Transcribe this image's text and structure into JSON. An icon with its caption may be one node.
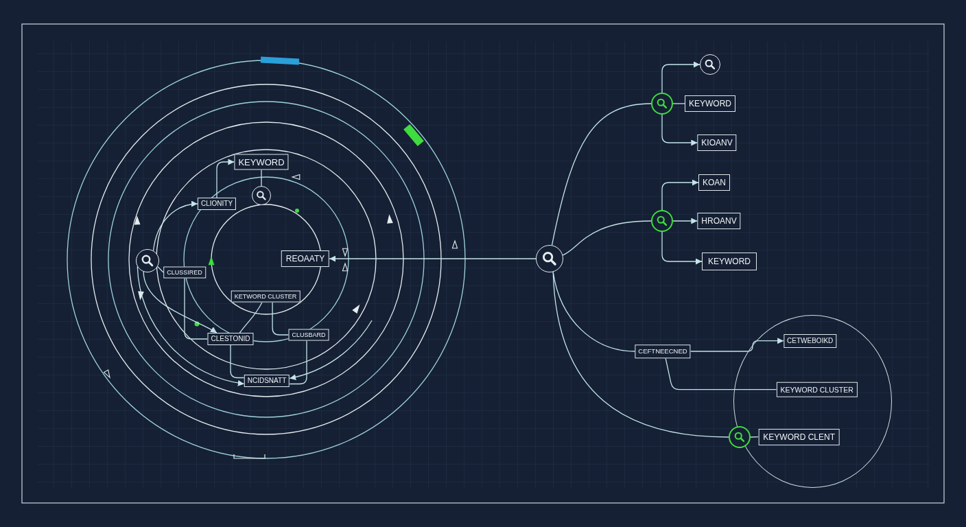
{
  "diagram": {
    "nodes": [
      {
        "text": [
          "KEYWORD"
        ]
      },
      {
        "text": [],
        "shape": "circle"
      },
      {
        "text": [
          "CLIONITY"
        ]
      },
      {
        "text": [],
        "shape": "circle"
      },
      {
        "text": [
          "CLUSSIRED"
        ]
      },
      {
        "text": [
          "REOAATY"
        ]
      },
      {
        "text": [
          "KETWORD CLUSTER"
        ]
      },
      {
        "text": [
          "CLESTONID"
        ]
      },
      {
        "text": [
          "CLUSBARD"
        ]
      },
      {
        "text": [
          "NCIDSNATT"
        ]
      },
      {
        "text": [],
        "shape": "circle"
      },
      {
        "text": [],
        "shape": "circle"
      },
      {
        "text": [],
        "shape": "circle"
      },
      {
        "text": [
          "KEYWORD"
        ]
      },
      {
        "text": [
          "KIOANV"
        ]
      },
      {
        "text": [
          "KOAN"
        ]
      },
      {
        "text": [],
        "shape": "circle"
      },
      {
        "text": [
          "HROANV"
        ]
      },
      {
        "text": [
          "KEYWORD"
        ]
      },
      {
        "text": [
          "CEFTNEECNED"
        ]
      },
      {
        "text": [],
        "shape": "circle"
      },
      {
        "text": [
          "CETWEBOIKD"
        ],
        "in": 20
      },
      {
        "text": [
          "KEYWORD CLUSTER"
        ],
        "in": 20
      },
      {
        "text": [],
        "shape": "circle"
      },
      {
        "text": [
          "KEYWORD CLENT"
        ],
        "in": 20
      }
    ],
    "edges": [
      {
        "from": 2,
        "to": 0,
        "arrow": "to"
      },
      {
        "from": 0,
        "to": 1,
        "arrow": "none"
      },
      {
        "from": 3,
        "to": 2,
        "arrow": "to"
      },
      {
        "from": 3,
        "to": 4,
        "arrow": "none"
      },
      {
        "from": 4,
        "to": 7,
        "arrow": "none"
      },
      {
        "from": 3,
        "to": 7,
        "arrow": "to"
      },
      {
        "from": 6,
        "to": 7,
        "arrow": "none"
      },
      {
        "from": 6,
        "to": 8,
        "arrow": "none"
      },
      {
        "from": 7,
        "to": 9,
        "arrow": "none"
      },
      {
        "from": 8,
        "to": 9,
        "arrow": "none"
      },
      {
        "from": 3,
        "to": 9,
        "arrow": "to"
      },
      {
        "from": null,
        "to": 9,
        "arrow": "to"
      },
      {
        "from": 10,
        "to": 5,
        "arrow": "to"
      },
      {
        "from": 10,
        "to": 12,
        "arrow": "none"
      },
      {
        "from": 10,
        "to": 16,
        "arrow": "none"
      },
      {
        "from": 10,
        "to": 19,
        "arrow": "none"
      },
      {
        "from": 10,
        "to": 23,
        "arrow": "none"
      },
      {
        "from": 12,
        "to": 11,
        "arrow": "to"
      },
      {
        "from": 12,
        "to": 13,
        "arrow": "none"
      },
      {
        "from": 12,
        "to": 14,
        "arrow": "to"
      },
      {
        "from": 16,
        "to": 15,
        "arrow": "to"
      },
      {
        "from": 16,
        "to": 17,
        "arrow": "to"
      },
      {
        "from": 16,
        "to": 18,
        "arrow": "to"
      },
      {
        "from": 19,
        "to": 21,
        "arrow": "to"
      },
      {
        "from": 19,
        "to": 22,
        "arrow": "none"
      },
      {
        "from": 23,
        "to": 24,
        "arrow": "none"
      }
    ]
  }
}
